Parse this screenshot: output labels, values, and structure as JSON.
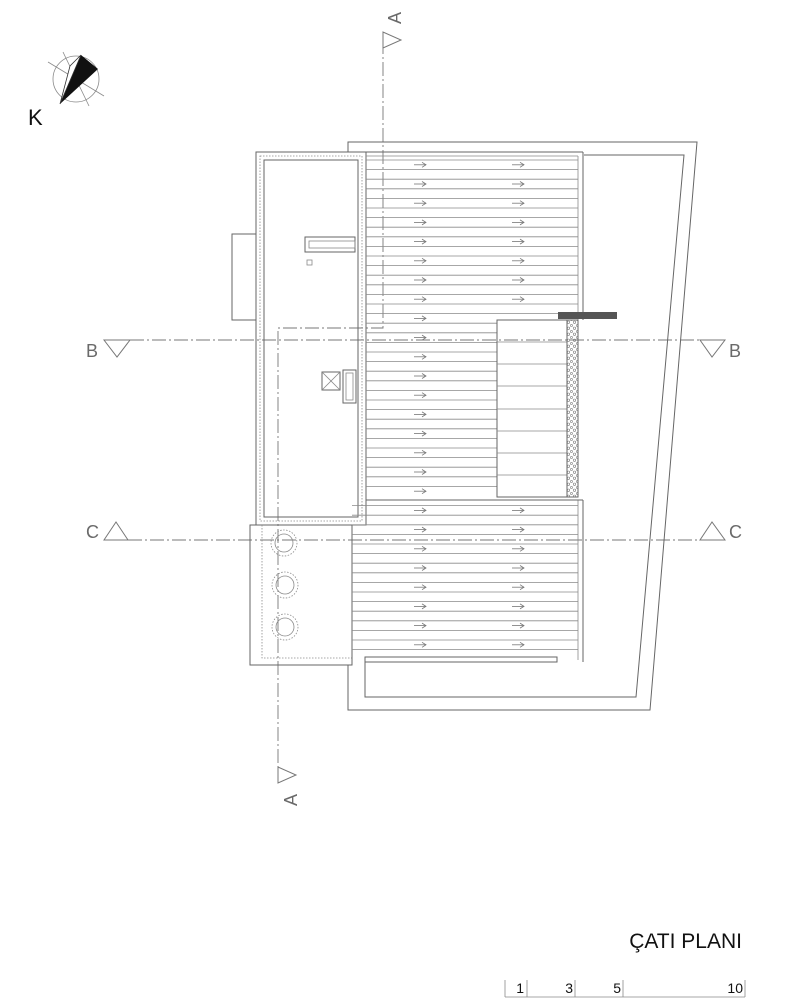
{
  "north_label": "K",
  "sections": {
    "a_top": "A",
    "a_bottom": "A",
    "b_left": "B",
    "b_right": "B",
    "c_left": "C",
    "c_right": "C"
  },
  "title": "ÇATI PLANI",
  "scale_bar": {
    "labels": [
      "1",
      "3",
      "5",
      "10"
    ]
  }
}
